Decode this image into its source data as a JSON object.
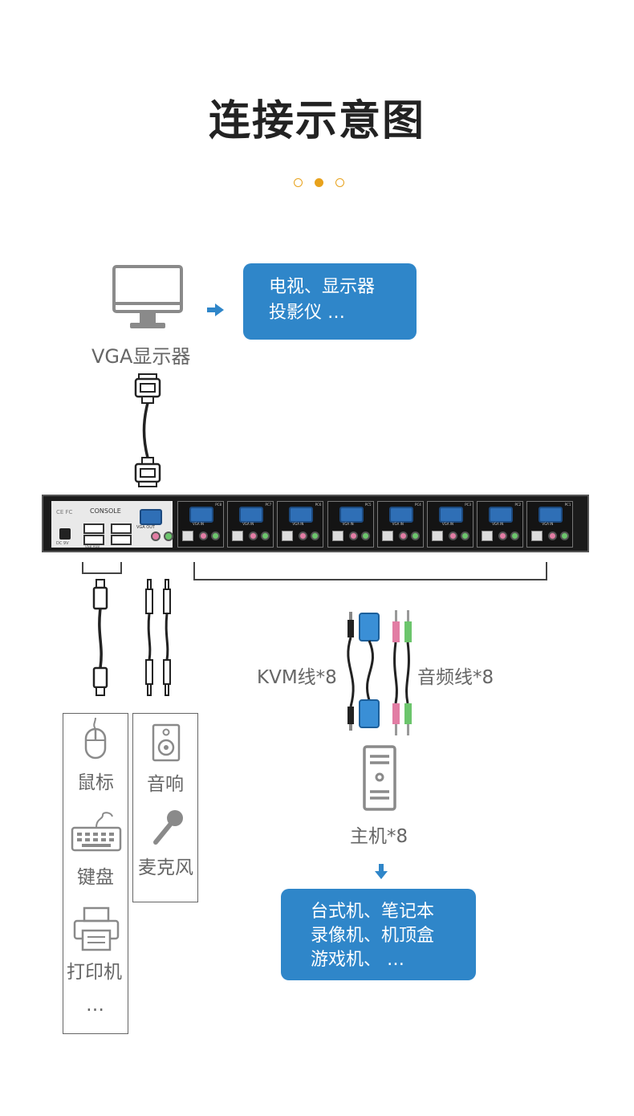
{
  "title": "连接示意图",
  "pager": {
    "active_index": 1,
    "count": 3
  },
  "monitor": {
    "label": "VGA显示器"
  },
  "display_box": {
    "line1": "电视、显示器",
    "line2": "投影仪  …"
  },
  "kvm_unit": {
    "console_label": "CONSOLE",
    "vga_out_label": "VGA OUT",
    "ce_label": "CE  FC",
    "dc_label": "DC 9V",
    "usb_hub_label": "USB HUB",
    "port_vga_label": "VGA IN",
    "port_ids": [
      "PC8",
      "PC7",
      "PC6",
      "PC5",
      "PC4",
      "PC3",
      "PC2",
      "PC1"
    ]
  },
  "cables": {
    "kvm_label": "KVM线*8",
    "audio_label": "音频线*8"
  },
  "host": {
    "label": "主机*8"
  },
  "host_box": {
    "line1": "台式机、笔记本",
    "line2": "录像机、机顶盒",
    "line3": "游戏机、 …"
  },
  "peripherals_left": {
    "mouse": "鼠标",
    "keyboard": "键盘",
    "printer": "打印机",
    "more": "…"
  },
  "peripherals_right": {
    "speaker": "音响",
    "microphone": "麦克风"
  },
  "colors": {
    "accent_blue": "#2f86c9",
    "dot_orange": "#e8a21c",
    "cable_blue": "#3a8fd6",
    "audio_green": "#6cc56c",
    "audio_pink": "#e27da4"
  }
}
